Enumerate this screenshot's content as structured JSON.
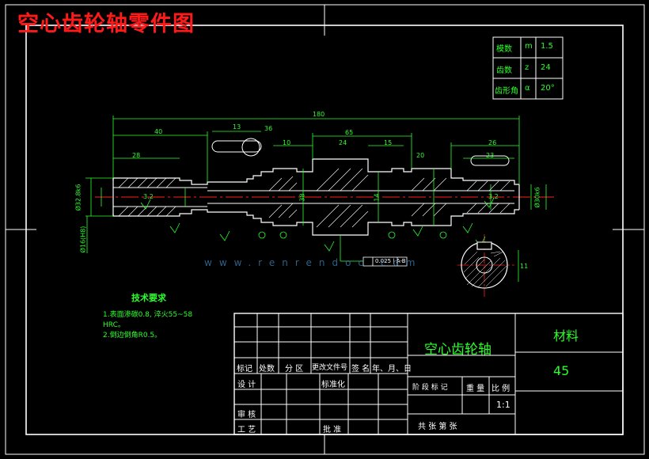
{
  "header": {
    "title": "空心齿轮轴零件图"
  },
  "gear_params": {
    "rows": [
      {
        "label": "模数",
        "symbol": "m",
        "value": "1.5"
      },
      {
        "label": "齿数",
        "symbol": "z",
        "value": "24"
      },
      {
        "label": "齿形角",
        "symbol": "α",
        "value": "20°"
      }
    ]
  },
  "dims": {
    "total_length": "180",
    "d1": "40",
    "d2": "13",
    "d3": "36",
    "d4": "65",
    "d5": "10",
    "d6": "24",
    "d7": "15",
    "d8": "26",
    "d9": "28",
    "d10": "23",
    "d11": "20",
    "d12": "38",
    "d13": "14",
    "left_dia1": "Ø32.8k6",
    "left_dia2": "Ø16(H8)",
    "right_dia": "Ø30k6",
    "roughness1": "3.2",
    "roughness2": "3.2",
    "tolerance_frame": "0.025 | A-B",
    "section_dim": "11"
  },
  "notes": {
    "heading": "技术要求",
    "line1": "1.表面渗碳0.8, 淬火55~58",
    "line2": "HRC。",
    "line3": "2.倒边倒角R0.5。"
  },
  "watermark": {
    "text": "www.renrendoc.com"
  },
  "title_block": {
    "part_name": "空心齿轮轴",
    "material_label": "材料",
    "material": "45",
    "scale": "1:1",
    "headers": [
      "标记",
      "处数",
      "分 区",
      "更改文件号",
      "签 名",
      "年、月、日"
    ],
    "design": "设 计",
    "standardize": "标准化",
    "stage_marks": "阶 段 标 记",
    "weight": "重 量",
    "scale_label": "比 例",
    "review": "审 核",
    "process": "工 艺",
    "approve": "批 准",
    "sheets": "共    张   第     张"
  }
}
